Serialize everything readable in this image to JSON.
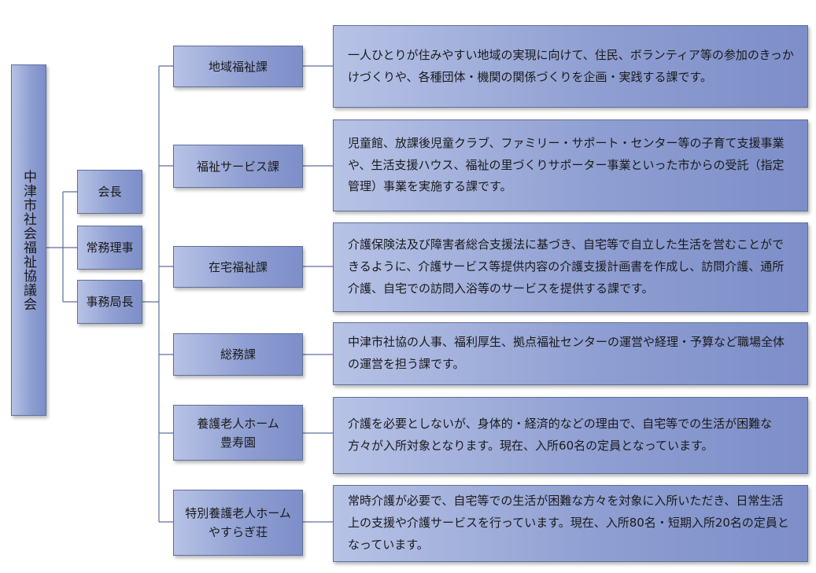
{
  "org": {
    "root": "中津市社会福祉協議会",
    "leaders": [
      "会長",
      "常務理事",
      "事務局長"
    ],
    "sections": [
      {
        "name": "地域福祉課",
        "description": "一人ひとりが住みやすい地域の実現に向けて、住民、ボランティア等の参加のきっかけづくりや、各種団体・機関の関係づくりを企画・実践する課です。"
      },
      {
        "name": "福祉サービス課",
        "description": "児童館、放課後児童クラブ、ファミリー・サポート・センター等の子育て支援事業や、生活支援ハウス、福祉の里づくりサポーター事業といった市からの受託（指定管理）事業を実施する課です。"
      },
      {
        "name": "在宅福祉課",
        "description": "介護保険法及び障害者総合支援法に基づき、自宅等で自立した生活を営むことができるように、介護サービス等提供内容の介護支援計画書を作成し、訪問介護、通所介護、自宅での訪問入浴等のサービスを提供する課です。"
      },
      {
        "name": "総務課",
        "description": "中津市社協の人事、福利厚生、拠点福祉センターの運営や経理・予算など職場全体の運営を担う課です。"
      },
      {
        "name": "養護老人ホーム\n豊寿園",
        "description": "介護を必要としないが、身体的・経済的などの理由で、自宅等での生活が困難な方々が入所対象となります。現在、入所60名の定員となっています。"
      },
      {
        "name": "特別養護老人ホーム\nやすらぎ荘",
        "description": "常時介護が必要で、自宅等での生活が困難な方々を対象に入所いただき、日常生活上の支援や介護サービスを行っています。現在、入所80名・短期入所20名の定員となっています。"
      }
    ]
  },
  "colors": {
    "box_light": "#b7c2e6",
    "box_dark": "#7d8ec9",
    "border": "#5f6f9c",
    "line": "#5f6f9c"
  }
}
